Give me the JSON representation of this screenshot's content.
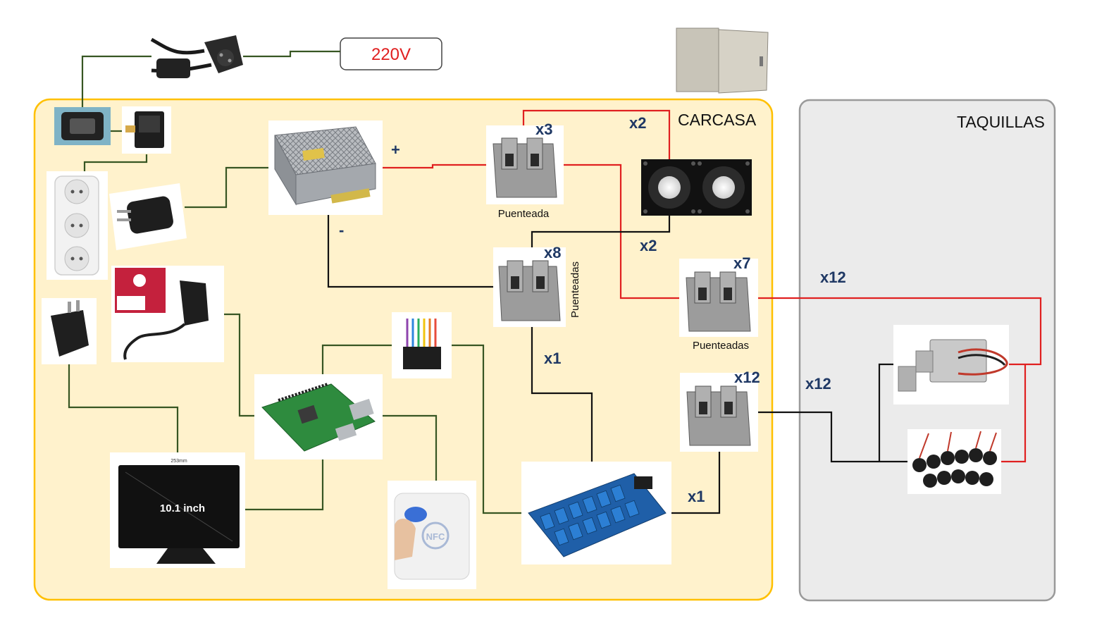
{
  "power_label": "220V",
  "enclosure_label": "CARCASA",
  "lockers_label": "TAQUILLAS",
  "psu_plus": "+",
  "psu_minus": "-",
  "monitor_text": "10.1 inch",
  "monitor_dim": "253mm",
  "nfc_text": "NFC",
  "terminal_labels": {
    "t3": "Puenteada",
    "t8": "Puenteadas",
    "t7": "Puenteadas"
  },
  "multipliers": {
    "t3": "x3",
    "fan_top": "x2",
    "fan_bottom": "x2",
    "t8": "x8",
    "t8_relay": "x1",
    "t7": "x7",
    "lock_red": "x12",
    "t12": "x12",
    "lock_black": "x12",
    "relay_t12": "x1"
  },
  "colors": {
    "enclosure_fill": "#fff2cc",
    "enclosure_border": "#ffc000",
    "lockers_fill": "#ebebeb",
    "lockers_border": "#9a9a9a",
    "wire_green": "#375623",
    "wire_red": "#e02020",
    "wire_black": "#111111",
    "multiplier_text": "#1f3864",
    "power_text": "#e02020"
  }
}
